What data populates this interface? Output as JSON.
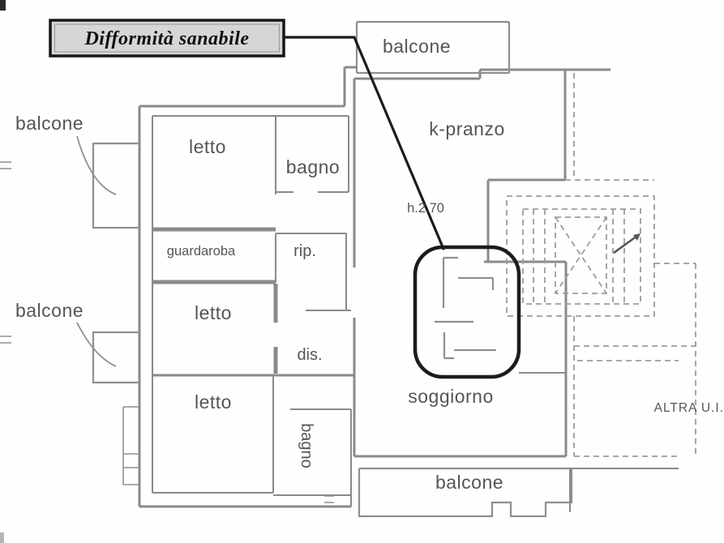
{
  "diagram_type": "apartment floor plan (Italian cadastral style)",
  "title_box": {
    "label": "Difformità sanabile"
  },
  "rooms": {
    "balcone_top": "balcone",
    "k_pranzo": "k-pranzo",
    "height_note": "h.2.70",
    "balcone_left_1": "balcone",
    "letto_1": "letto",
    "bagno_1": "bagno",
    "guardaroba": "guardaroba",
    "rip": "rip.",
    "letto_2": "letto",
    "balcone_left_2": "balcone",
    "dis": "dis.",
    "letto_3": "letto",
    "bagno_2": "bagno",
    "soggiorno": "soggiorno",
    "balcone_bottom": "balcone",
    "altra_ui": "ALTRA U.I."
  },
  "colors": {
    "wall_gray": "#8a8a8a",
    "dashed_gray": "#9c9c9c",
    "highlight_black": "#1c1c1c",
    "label_gray": "#474747",
    "title_box_fill": "#d6d6d6",
    "title_box_border": "#161616",
    "background": "#fefefe"
  }
}
